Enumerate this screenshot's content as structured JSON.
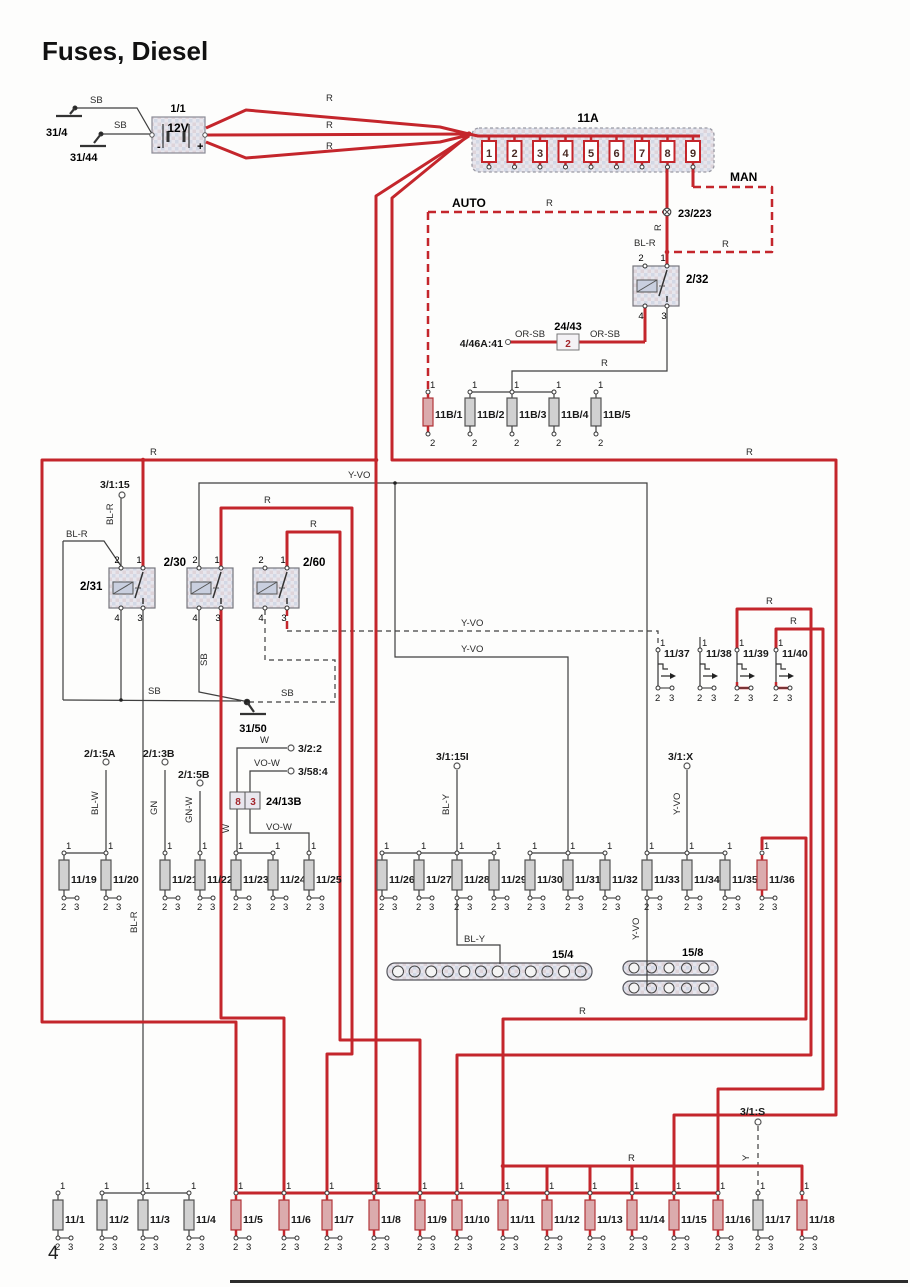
{
  "title": "Fuses, Diesel",
  "page_number": "4",
  "colors": {
    "wire_red": "#c4262c",
    "wire_gray": "#3f3f3f",
    "component_fill": "#e2e2ea",
    "text": "#1a1a1a"
  },
  "battery": {
    "name": "1/1",
    "voltage": "12V",
    "minus": "-",
    "plus": "+"
  },
  "grounds": {
    "g1": "31/4",
    "g2": "31/44",
    "g3": "31/50"
  },
  "fuse_box": {
    "name": "11A",
    "fuses": [
      "1",
      "2",
      "3",
      "4",
      "5",
      "6",
      "7",
      "8",
      "9"
    ]
  },
  "modes": {
    "man": "MAN",
    "auto": "AUTO"
  },
  "relays": {
    "r232": {
      "name": "2/32",
      "pins": [
        "2",
        "1",
        "4",
        "3"
      ]
    },
    "r231": {
      "name": "2/31",
      "pins": [
        "2",
        "1",
        "4",
        "3"
      ]
    },
    "r230": {
      "name": "2/30",
      "pins": [
        "2",
        "1",
        "4",
        "3"
      ]
    },
    "r260": {
      "name": "2/60",
      "pins": [
        "2",
        "1",
        "4",
        "3"
      ]
    }
  },
  "components": {
    "c2443": {
      "name": "24/43",
      "pin": "2"
    },
    "c2413b": {
      "name": "24/13B",
      "pins": [
        "8",
        "3"
      ]
    },
    "strip154": "15/4",
    "strip158": "15/8"
  },
  "junctions": {
    "j23223": "23/223",
    "t4_46a": "4/46A:41",
    "t3115": "3/1:15",
    "t31151": "3/1:15I",
    "t31x": "3/1:X",
    "t31s": "3/1:S",
    "t215a": "2/1:5A",
    "t213b": "2/1:3B",
    "t215b": "2/1:5B",
    "t322": "3/2:2",
    "t3584": "3/58:4"
  },
  "wire_labels": {
    "sb": "SB",
    "r": "R",
    "bl_r": "BL-R",
    "y_vo": "Y-VO",
    "bl_y": "BL-Y",
    "bl_w": "BL-W",
    "gn": "GN",
    "gn_w": "GN-W",
    "w": "W",
    "vo_w": "VO-W",
    "or_sb": "OR-SB",
    "y": "Y"
  },
  "connector_rows": {
    "row_11b": {
      "names": [
        "11B/1",
        "11B/2",
        "11B/3",
        "11B/4",
        "11B/5"
      ],
      "pin_top": "1",
      "pin_bottom": "2"
    },
    "row_mid": {
      "names": [
        "11/19",
        "11/20",
        "11/21",
        "11/22",
        "11/23",
        "11/24",
        "11/25",
        "11/26",
        "11/27",
        "11/28",
        "11/29",
        "11/30",
        "11/31",
        "11/32",
        "11/33",
        "11/34",
        "11/35",
        "11/36"
      ],
      "pins": [
        "1",
        "2",
        "3"
      ]
    },
    "row_switch": {
      "names": [
        "11/37",
        "11/38",
        "11/39",
        "11/40"
      ],
      "pins": [
        "1",
        "2",
        "3"
      ]
    },
    "row_bottom": {
      "names": [
        "11/1",
        "11/2",
        "11/3",
        "11/4",
        "11/5",
        "11/6",
        "11/7",
        "11/8",
        "11/9",
        "11/10",
        "11/11",
        "11/12",
        "11/13",
        "11/14",
        "11/15",
        "11/16",
        "11/17",
        "11/18"
      ],
      "pins": [
        "1",
        "2",
        "3"
      ]
    }
  }
}
